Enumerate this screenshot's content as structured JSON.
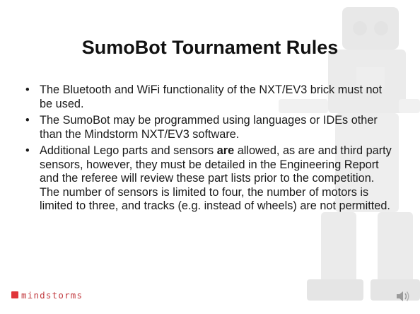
{
  "slide": {
    "title": "SumoBot Tournament Rules",
    "bullets": [
      {
        "text": "The Bluetooth and WiFi functionality of the NXT/EV3 brick must not be used."
      },
      {
        "text": "The SumoBot may be programmed using languages or IDEs other than the Mindstorm NXT/EV3 software."
      },
      {
        "pre": "Additional Lego parts and sensors ",
        "bold": "are",
        "post": " allowed, as are and third party sensors, however, they must be detailed in the Engineering Report and the referee will review these part lists prior to the competition. The number of sensors is limited to four, the number of motors is limited to three, and tracks (e.g. instead of wheels) are not permitted."
      }
    ],
    "bullet_symbol": "•",
    "logo_text": "mindstorms",
    "icons": {
      "logo": "lego-mindstorms-logo",
      "audio": "speaker-icon",
      "background": "robot-watermark"
    },
    "colors": {
      "title": "#111111",
      "body_text": "#1a1a1a",
      "logo": "#c23a3f"
    }
  }
}
